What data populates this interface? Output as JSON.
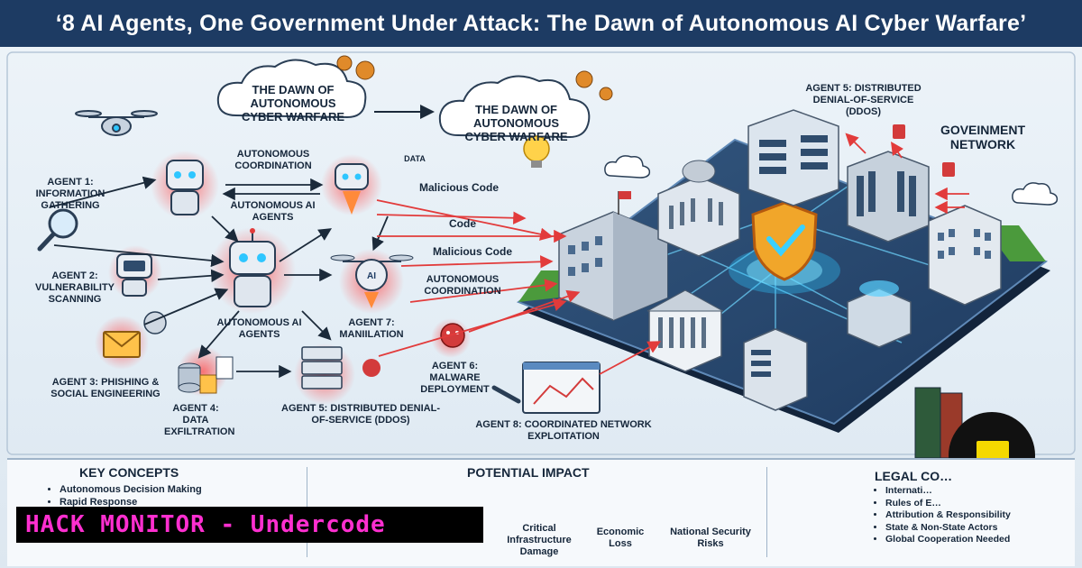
{
  "title": "‘8 AI Agents, One Government Under Attack: The Dawn of Autonomous AI Cyber Warfare’",
  "clouds": [
    {
      "text": "THE DAWN OF AUTONOMOUS CYBER WARFARE"
    },
    {
      "text": "THE DAWN OF AUTONOMOUS CYBER WARFARE"
    }
  ],
  "agents": {
    "a1": "AGENT 1: INFORMATION GATHERING",
    "a2": "AGENT 2: VULNERABILITY SCANNING",
    "a3": "AGENT 3: PHISHING & SOCIAL ENGINEERING",
    "a4": "AGENT 4: DATA EXFILTRATION",
    "a5": "AGENT 5: DISTRIBUTED DENIAL-OF-SERVICE (DDoS)",
    "a5b": "AGENT 5: DISTRIBUTED DENIAL-OF-SERVICE (DDoS)",
    "a6": "AGENT 6: MALWARE DEPLOYMENT",
    "a7": "AGENT 7: MANIILATION",
    "a8": "AGENT 8: COORDINATED NETWORK EXPLOITATION"
  },
  "flow_labels": {
    "coord1": "AUTONOMOUS COORDINATION",
    "agents1": "AUTONOMOUS AI AGENTS",
    "agents2": "AUTONOMOUS AI AGENTS",
    "coord2": "AUTONOMOUS COORDINATION",
    "data": "DATA",
    "malicious1": "Malicious Code",
    "code": "Code",
    "malicious2": "Malicious Code"
  },
  "network_label": "GOVEINMENT NETWORK",
  "key_concepts": {
    "title": "KEY CONCEPTS",
    "items": [
      "Autonomous Decision Making",
      "Rapid Response"
    ]
  },
  "impact": {
    "title": "POTENTIAL IMPACT",
    "items": [
      "Critical Infrastructure Damage",
      "Economic Loss",
      "National Security Risks"
    ]
  },
  "legal": {
    "title": "LEGAL CO…",
    "items": [
      "Internati…",
      "Rules of E…",
      "Attribution & Responsibility",
      "State & Non-State Actors",
      "Global Cooperation Needed"
    ]
  },
  "watermark": "HACK MONITOR - Undercode",
  "colors": {
    "title_bg": "#1d3b63",
    "glow": "#ff4a4a",
    "watermark_text": "#ff2fd0",
    "board": "#2a4a72"
  }
}
